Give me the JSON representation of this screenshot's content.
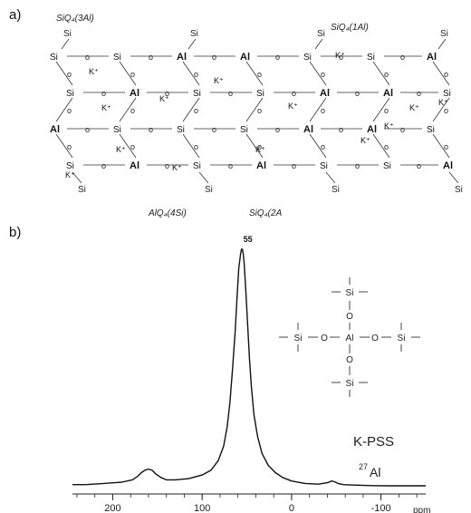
{
  "panels": {
    "a_label": "a)",
    "b_label": "b)"
  },
  "structure": {
    "labels": {
      "siq4_3al": "SiQ₄(3Al)",
      "siq4_1al": "SiQ₄(1Al)",
      "alq4_4si": "AlQ₄(4Si)",
      "siq4_2a": "SiQ₄(2A"
    },
    "symbols": {
      "si": "Si",
      "al": "Al",
      "o": "o",
      "k": "K⁺"
    }
  },
  "inset": {
    "si": "Si",
    "o": "O",
    "al": "Al"
  },
  "spectrum": {
    "sample": "K-PSS",
    "nucleus_mass": "27",
    "nucleus_symbol": "Al",
    "peak_label": "55"
  },
  "chart_data": {
    "type": "line",
    "title": "",
    "xlabel": "ppm",
    "ylabel": "",
    "x_direction": "reversed",
    "xlim": [
      245,
      -150
    ],
    "x_ticks": [
      200,
      100,
      0,
      -100
    ],
    "x_tick_labels": [
      "200",
      "100",
      "0",
      "-100"
    ],
    "y_axis_visible": false,
    "series": [
      {
        "x": [
          245,
          230,
          210,
          190,
          178,
          172,
          168,
          164,
          160,
          156,
          152,
          146,
          140,
          130,
          115,
          100,
          90,
          82,
          76,
          72,
          69,
          66,
          63,
          61,
          59,
          57,
          56,
          55,
          54,
          53,
          51,
          49,
          47,
          45,
          42,
          38,
          33,
          26,
          18,
          10,
          0,
          -15,
          -30,
          -40,
          -45,
          -48,
          -52,
          -58,
          -70,
          -90,
          -110,
          -130,
          -150
        ],
        "y": [
          0.02,
          0.02,
          0.025,
          0.03,
          0.04,
          0.055,
          0.07,
          0.08,
          0.085,
          0.08,
          0.065,
          0.05,
          0.04,
          0.04,
          0.045,
          0.06,
          0.08,
          0.12,
          0.18,
          0.26,
          0.36,
          0.5,
          0.66,
          0.8,
          0.92,
          0.98,
          1.0,
          1.0,
          0.98,
          0.94,
          0.82,
          0.68,
          0.54,
          0.43,
          0.31,
          0.22,
          0.15,
          0.1,
          0.07,
          0.05,
          0.035,
          0.025,
          0.022,
          0.028,
          0.035,
          0.032,
          0.025,
          0.02,
          0.018,
          0.016,
          0.015,
          0.015,
          0.015
        ]
      }
    ]
  }
}
